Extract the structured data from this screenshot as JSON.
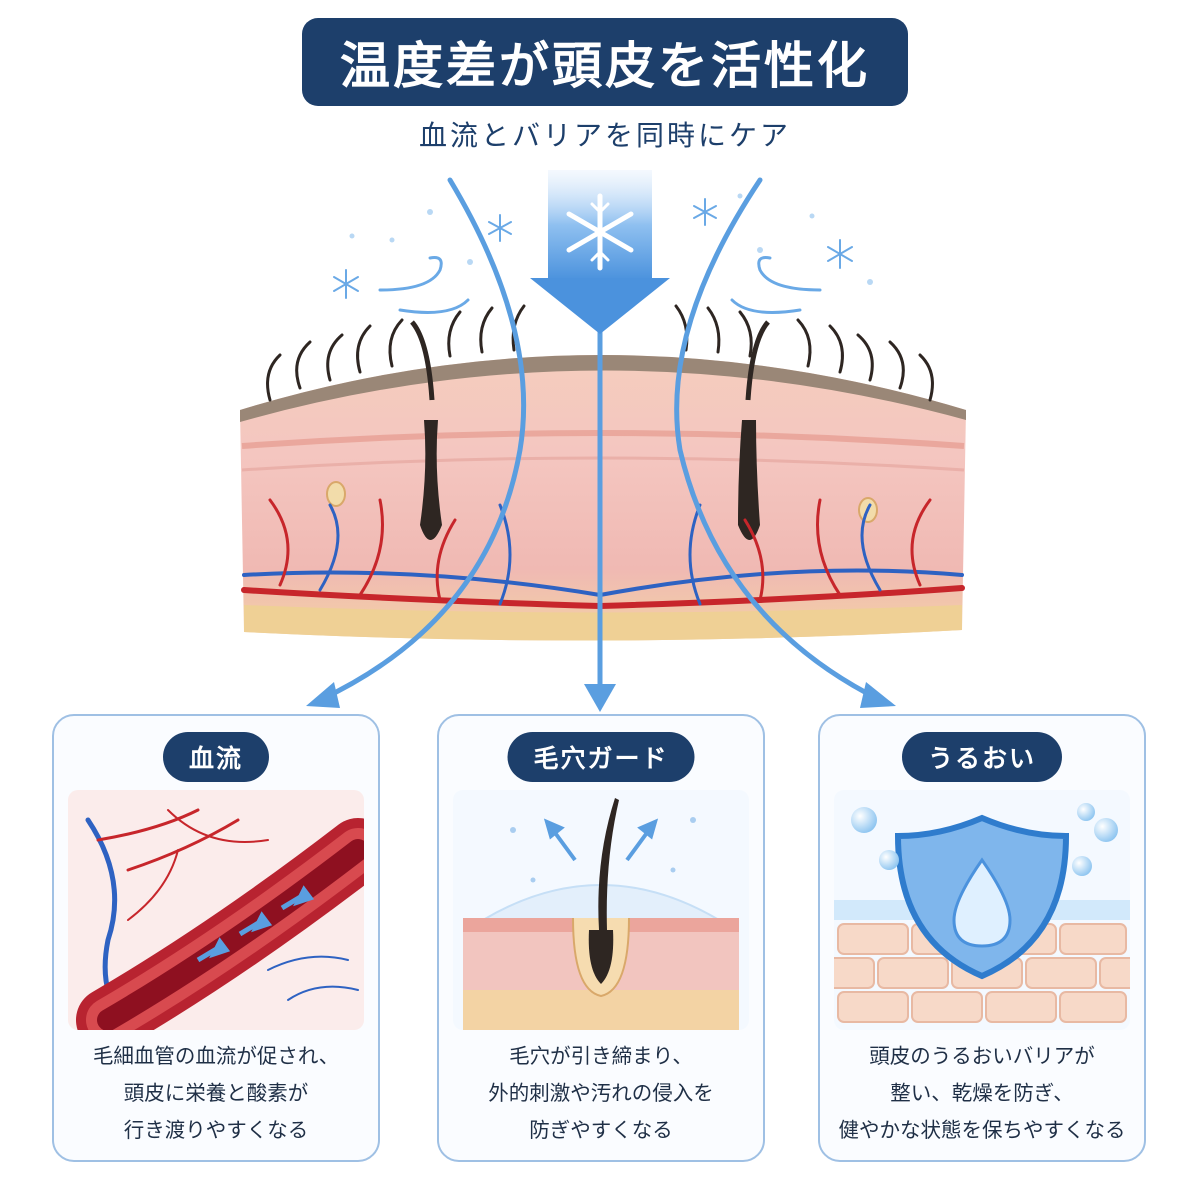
{
  "header": {
    "title": "温度差が頭皮を活性化",
    "subtitle": "血流とバリアを同時にケア"
  },
  "colors": {
    "navy": "#1d3f6b",
    "flow_blue": "#5a9ee0",
    "panel_border": "#9fc0e4",
    "artery_red": "#c7262b",
    "vein_blue": "#2e62c2"
  },
  "panels": [
    {
      "label": "血流",
      "icon": "blood-vessel-illustration",
      "lines": [
        "毛細血管の血流が促され、",
        "頭皮に栄養と酸素が",
        "行き渡りやすくなる"
      ]
    },
    {
      "label": "毛穴ガード",
      "icon": "hair-follicle-illustration",
      "lines": [
        "毛穴が引き締まり、",
        "外的刺激や汚れの侵入を",
        "防ぎやすくなる"
      ]
    },
    {
      "label": "うるおい",
      "icon": "shield-droplet-illustration",
      "lines": [
        "頭皮のうるおいバリアが",
        "整い、乾燥を防ぎ、",
        "健やかな状態を保ちやすくなる"
      ]
    }
  ]
}
